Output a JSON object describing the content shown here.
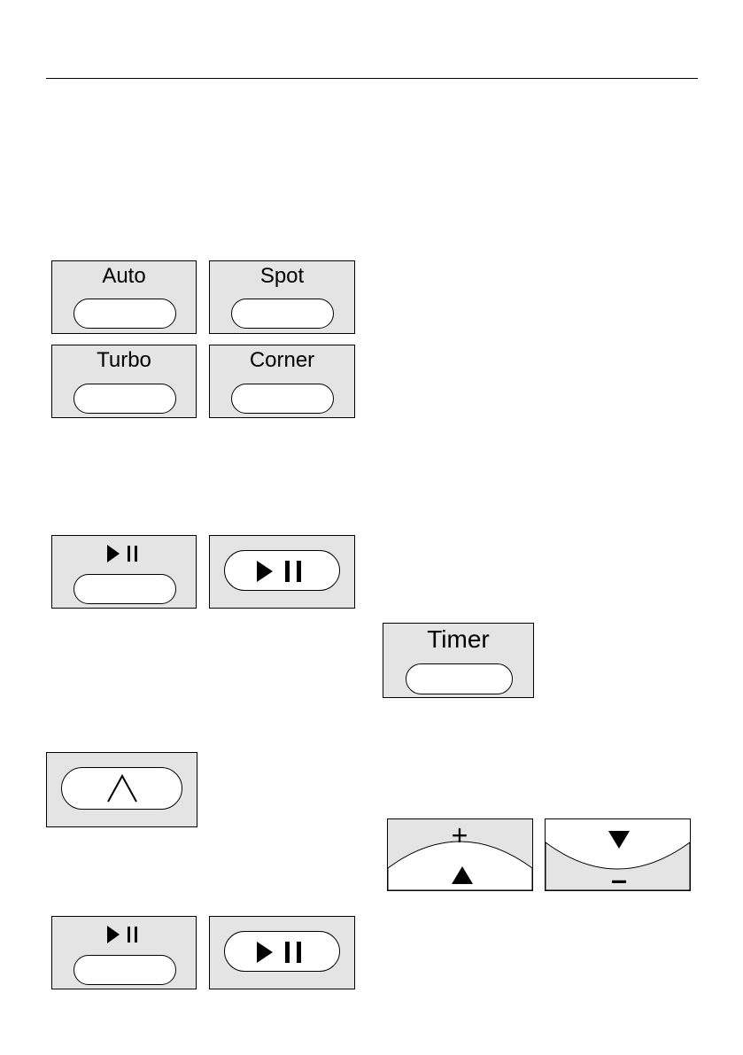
{
  "mode_buttons": [
    {
      "label": "Auto"
    },
    {
      "label": "Spot"
    },
    {
      "label": "Turbo"
    },
    {
      "label": "Corner"
    }
  ],
  "timer_button": {
    "label": "Timer"
  },
  "plus_minus": {
    "plus": "+",
    "minus": "–"
  },
  "icons": {
    "play_pause": "play-pause-icon",
    "up_chevron": "chevron-up-icon",
    "up_arrow": "triangle-up-icon",
    "down_arrow": "triangle-down-icon"
  }
}
